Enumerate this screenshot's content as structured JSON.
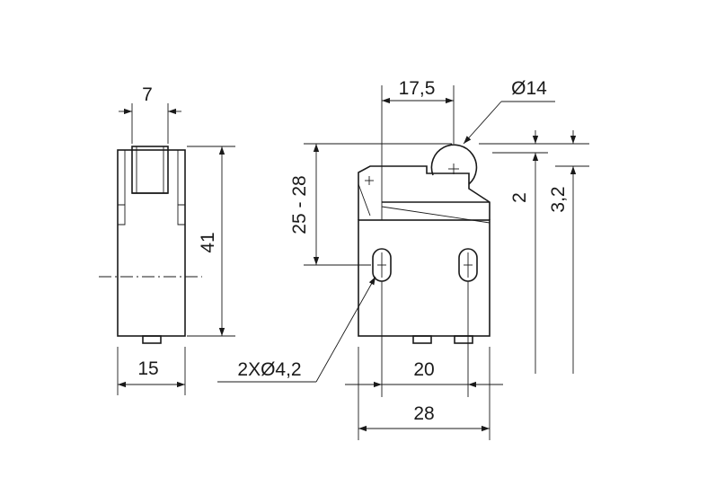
{
  "dimensions": {
    "side_top_width": "7",
    "side_height": "41",
    "side_bottom_width": "15",
    "roller_offset": "17,5",
    "roller_diameter": "Ø14",
    "lever_height_range": "25 - 28",
    "travel_2": "2",
    "travel_3_2": "3,2",
    "hole_spec": "2XØ4,2",
    "hole_spacing": "20",
    "body_width": "28"
  },
  "colors": {
    "line": "#1a1a1a",
    "background": "#ffffff"
  }
}
